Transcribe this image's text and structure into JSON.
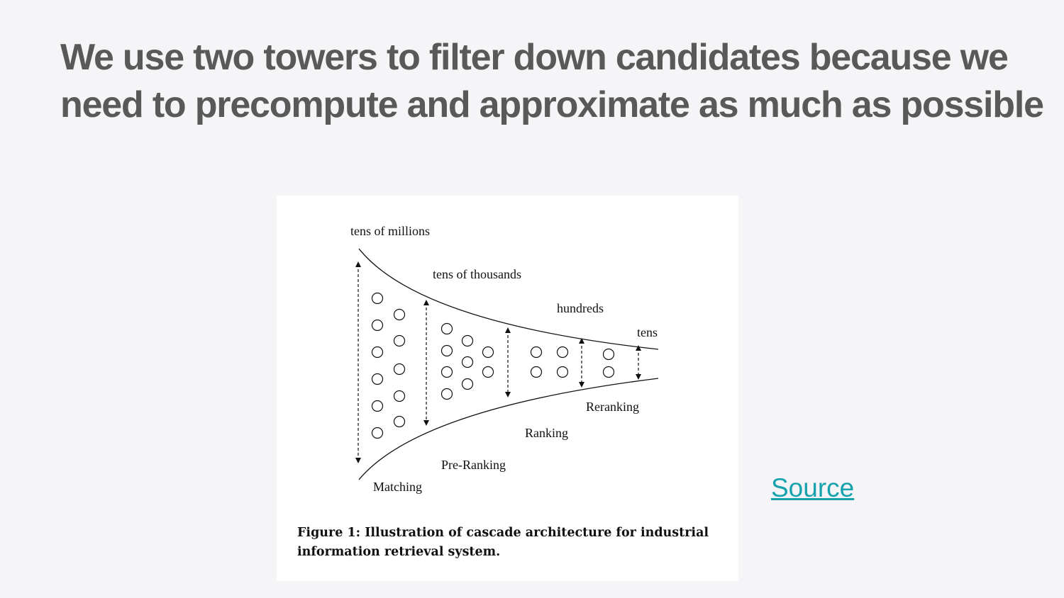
{
  "slide": {
    "title": "We use two towers to filter down candidates because we need to precompute and approximate as much as possible",
    "source_link": "Source",
    "link_color": "#17a2ad"
  },
  "figure": {
    "labels": {
      "tens_of_millions": "tens of millions",
      "tens_of_thousands": "tens of thousands",
      "hundreds": "hundreds",
      "tens": "tens",
      "matching": "Matching",
      "pre_ranking": "Pre-Ranking",
      "ranking": "Ranking",
      "reranking": "Reranking"
    },
    "caption": "Figure 1: Illustration of cascade architecture for industrial information retrieval system."
  }
}
